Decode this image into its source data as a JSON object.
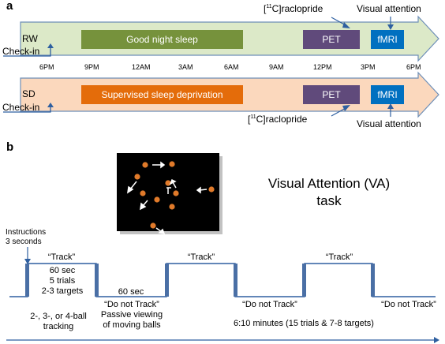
{
  "panel_a": {
    "label": "a",
    "rw": {
      "row_label": "RW",
      "checkin": "Check-in",
      "sleep_box": "Good night sleep",
      "pet_box": "PET",
      "fmri_box": "fMRI",
      "raclopride_pre": "[",
      "raclopride_sup": "11",
      "raclopride_post": "C]raclopride",
      "visual_attention": "Visual attention"
    },
    "sd": {
      "row_label": "SD",
      "checkin": "Check-in",
      "sleep_box": "Supervised sleep deprivation",
      "pet_box": "PET",
      "fmri_box": "fMRI",
      "raclopride_pre": "[",
      "raclopride_sup": "11",
      "raclopride_post": "C]raclopride",
      "visual_attention": "Visual attention"
    },
    "times": [
      "6PM",
      "9PM",
      "12AM",
      "3AM",
      "6AM",
      "9AM",
      "12PM",
      "3PM",
      "6PM"
    ]
  },
  "panel_b": {
    "label": "b",
    "task_title_line1": "Visual Attention (VA)",
    "task_title_line2": "task",
    "instructions_line1": "Instructions",
    "instructions_line2": "3 seconds",
    "track_1": "“Track”",
    "track_2": "“Track”",
    "track_3": "“Track”",
    "track_info_1": "60 sec",
    "track_info_2": "5 trials",
    "track_info_3": "2-3 targets",
    "sixty_sec": "60 sec",
    "dnt_1": "“Do not Track”",
    "passive_1": "Passive viewing",
    "passive_2": "of moving balls",
    "dnt_2": "“Do not Track”",
    "dnt_3": "“Do not Track”",
    "tracking_1": "2-, 3-, or 4-ball",
    "tracking_2": "tracking",
    "summary": "6:10 minutes (15 trials & 7-8 targets)"
  },
  "colors": {
    "rw_arrow": "#dce9c8",
    "sd_arrow": "#fbd8bd",
    "sleep_box": "#76923c",
    "sd_box": "#e46c0a",
    "pet_box": "#604a7b",
    "fmri_box": "#0070c0",
    "line_blue": "#2e5fa0",
    "block_blue": "#4a6fa5"
  }
}
